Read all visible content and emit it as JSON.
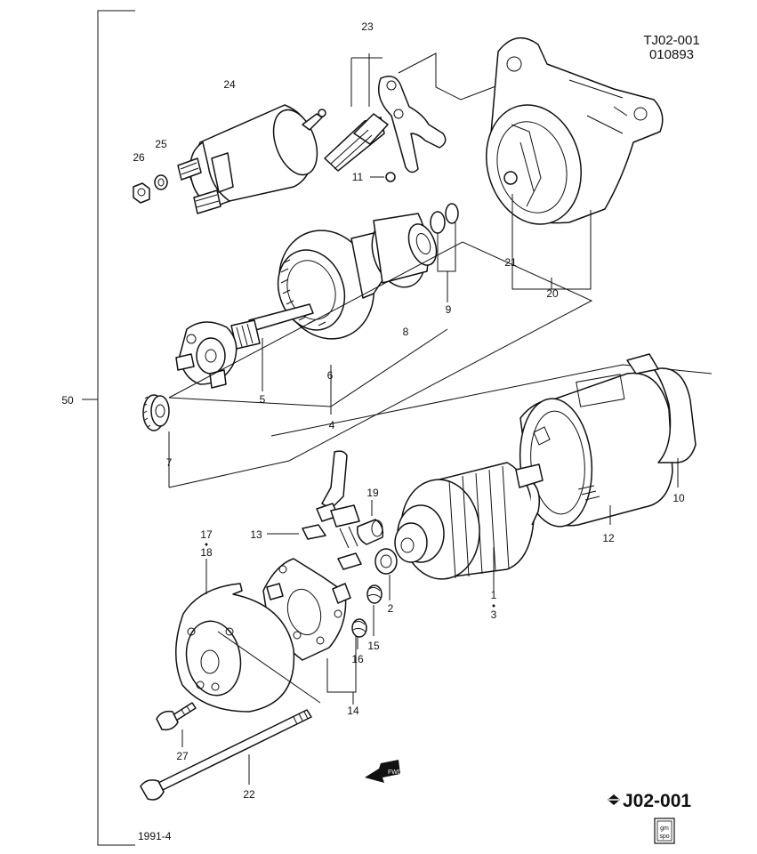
{
  "header": {
    "doc_code": "TJ02-001",
    "doc_date": "010893"
  },
  "footer": {
    "year_code": "1991-4",
    "catalog_code": "J02-001",
    "badge_top": "gm",
    "badge_bottom": "spo"
  },
  "fwd_arrow_label": "FWD",
  "parts": {
    "p1": "1",
    "p2": "2",
    "p3": "3",
    "p4": "4",
    "p5": "5",
    "p6": "6",
    "p7": "7",
    "p8": "8",
    "p9": "9",
    "p10": "10",
    "p11": "11",
    "p12": "12",
    "p13": "13",
    "p14": "14",
    "p15": "15",
    "p16": "16",
    "p17": "17",
    "p18": "18",
    "p19": "19",
    "p20": "20",
    "p21": "21",
    "p22": "22",
    "p23": "23",
    "p24": "24",
    "p25": "25",
    "p26": "26",
    "p27": "27",
    "p50": "50"
  },
  "colors": {
    "ink": "#111111",
    "paper": "#ffffff"
  }
}
